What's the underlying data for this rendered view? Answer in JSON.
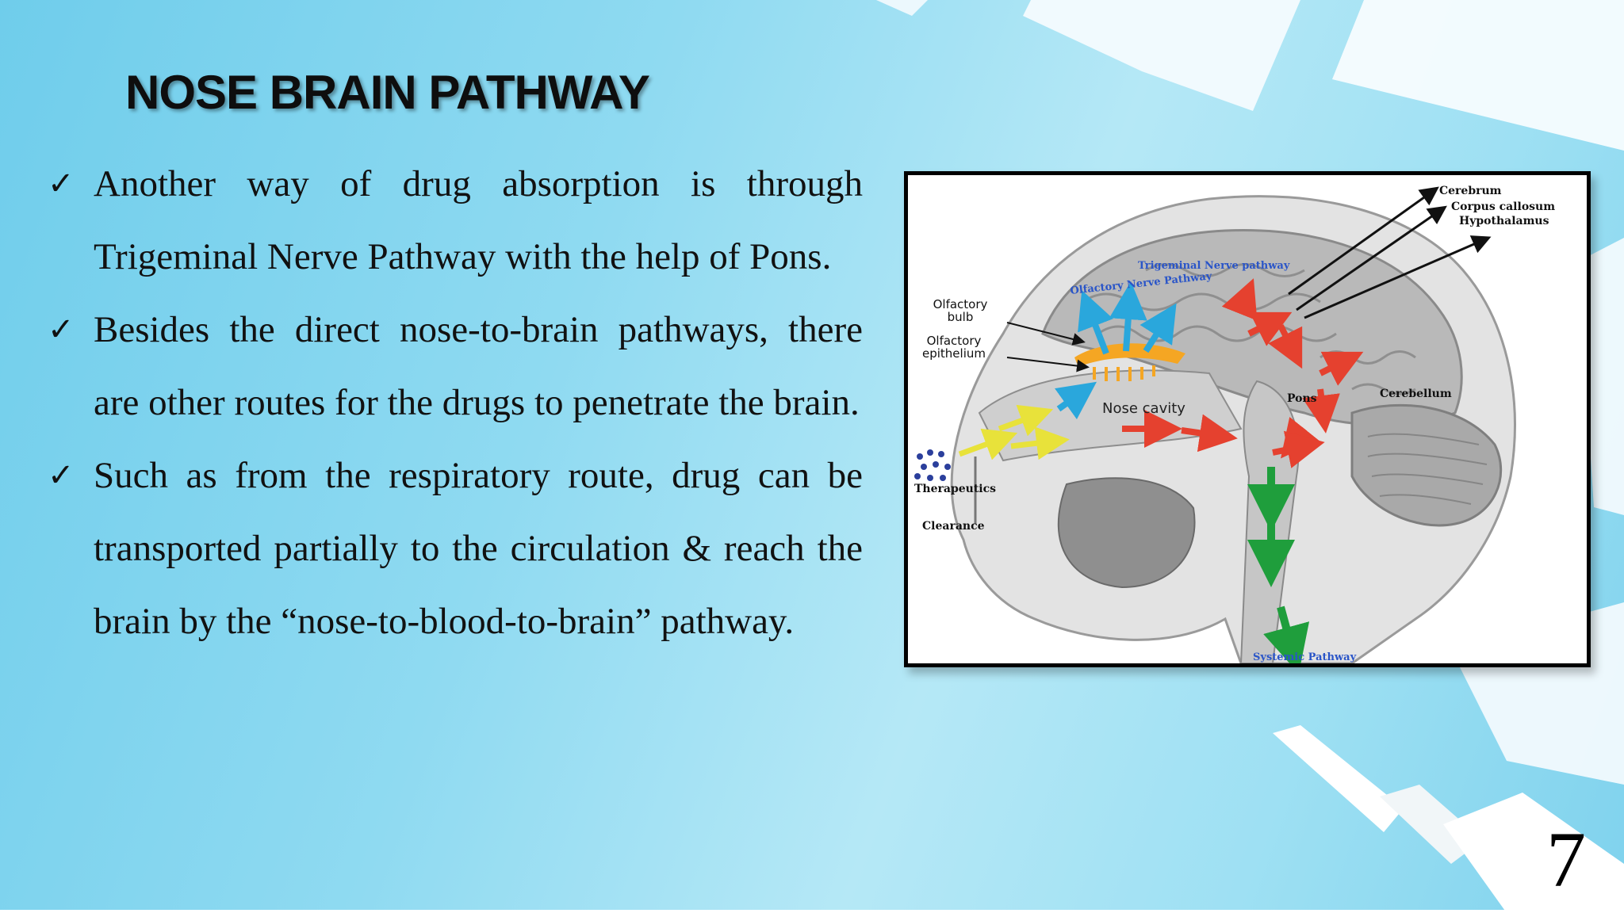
{
  "slide": {
    "title": "NOSE BRAIN PATHWAY",
    "bullets": [
      "Another way of drug absorption is through Trigeminal Nerve Pathway with the help of Pons.",
      "Besides the direct nose-to-brain pathways, there are other routes for the drugs to penetrate the brain.",
      "Such as from the respiratory route, drug can be transported partially to the circulation & reach the brain by the “nose-to-blood-to-brain” pathway."
    ],
    "bullet_icon": "check-mark-icon",
    "page_number": "7"
  },
  "figure": {
    "labels": {
      "cerebrum": "Cerebrum",
      "corpus_callosum": "Corpus callosum",
      "hypothalamus": "Hypothalamus",
      "trigeminal": "Trigeminal Nerve pathway",
      "olfactory_pathway": "Olfactory Nerve Pathway",
      "olfactory_bulb_1": "Olfactory",
      "olfactory_bulb_2": "bulb",
      "olfactory_epi_1": "Olfactory",
      "olfactory_epi_2": "epithelium",
      "nose_cavity": "Nose cavity",
      "pons": "Pons",
      "cerebellum": "Cerebellum",
      "therapeutics": "Therapeutics",
      "clearance": "Clearance",
      "systemic": "Systemic Pathway"
    },
    "colors": {
      "trigeminal_arrows": "#e5412f",
      "olfactory_arrows": "#2aa7dc",
      "nose_arrows": "#e8e23a",
      "systemic_arrows": "#1f9e3c",
      "olfactory_bulb": "#f5a623",
      "label_blue": "#2a55c8"
    }
  }
}
